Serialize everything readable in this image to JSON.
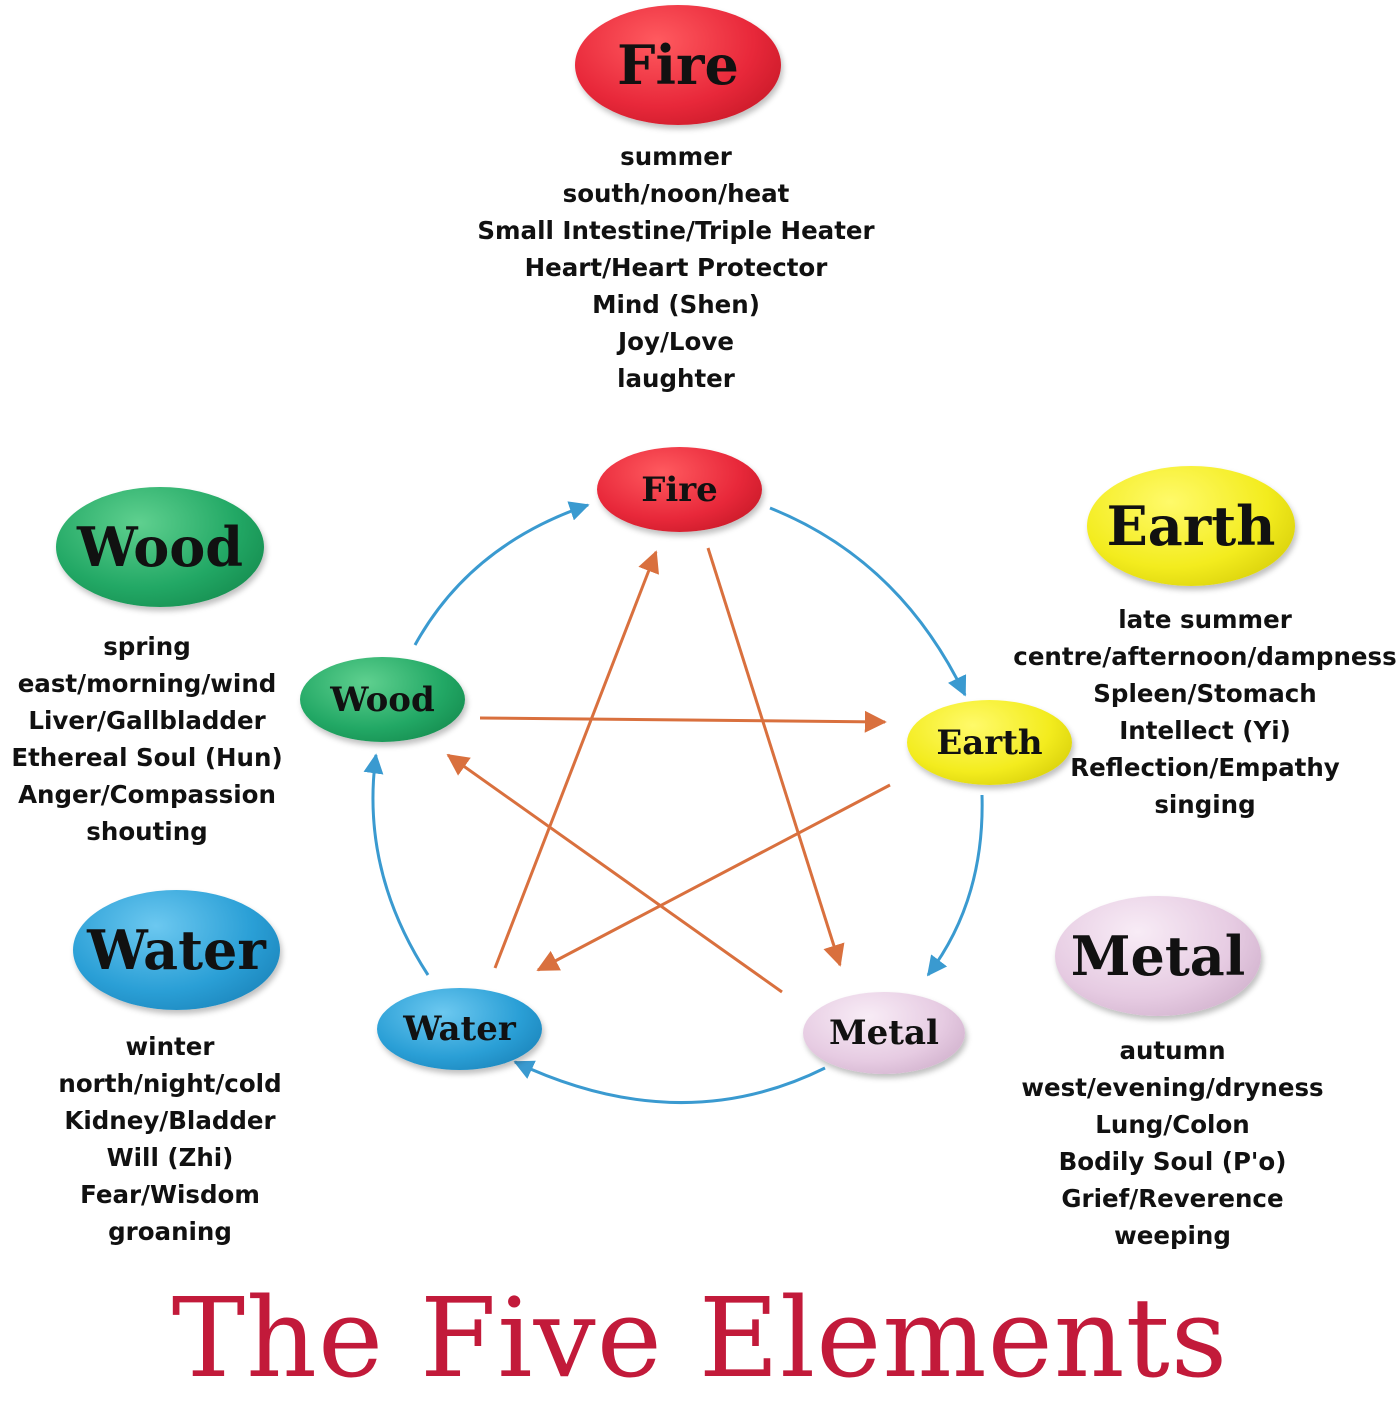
{
  "title": "The Five Elements",
  "colors": {
    "fire": "#e8283a",
    "earth": "#f3ec1e",
    "metal": "#e6cbe2",
    "water": "#2a9fd6",
    "wood": "#22a865",
    "cycle_arrow": "#3a9ad0",
    "star_arrow": "#d9703e",
    "title": "#c21a3a"
  },
  "elements": {
    "fire": {
      "label": "Fire",
      "attributes": [
        "summer",
        "south/noon/heat",
        "Small Intestine/Triple Heater",
        "Heart/Heart Protector",
        "Mind (Shen)",
        "Joy/Love",
        "laughter"
      ]
    },
    "earth": {
      "label": "Earth",
      "attributes": [
        "late summer",
        "centre/afternoon/dampness",
        "Spleen/Stomach",
        "Intellect (Yi)",
        "Reflection/Empathy",
        "singing"
      ]
    },
    "metal": {
      "label": "Metal",
      "attributes": [
        "autumn",
        "west/evening/dryness",
        "Lung/Colon",
        "Bodily Soul (P'o)",
        "Grief/Reverence",
        "weeping"
      ]
    },
    "water": {
      "label": "Water",
      "attributes": [
        "winter",
        "north/night/cold",
        "Kidney/Bladder",
        "Will (Zhi)",
        "Fear/Wisdom",
        "groaning"
      ]
    },
    "wood": {
      "label": "Wood",
      "attributes": [
        "spring",
        "east/morning/wind",
        "Liver/Gallbladder",
        "Ethereal Soul (Hun)",
        "Anger/Compassion",
        "shouting"
      ]
    }
  }
}
